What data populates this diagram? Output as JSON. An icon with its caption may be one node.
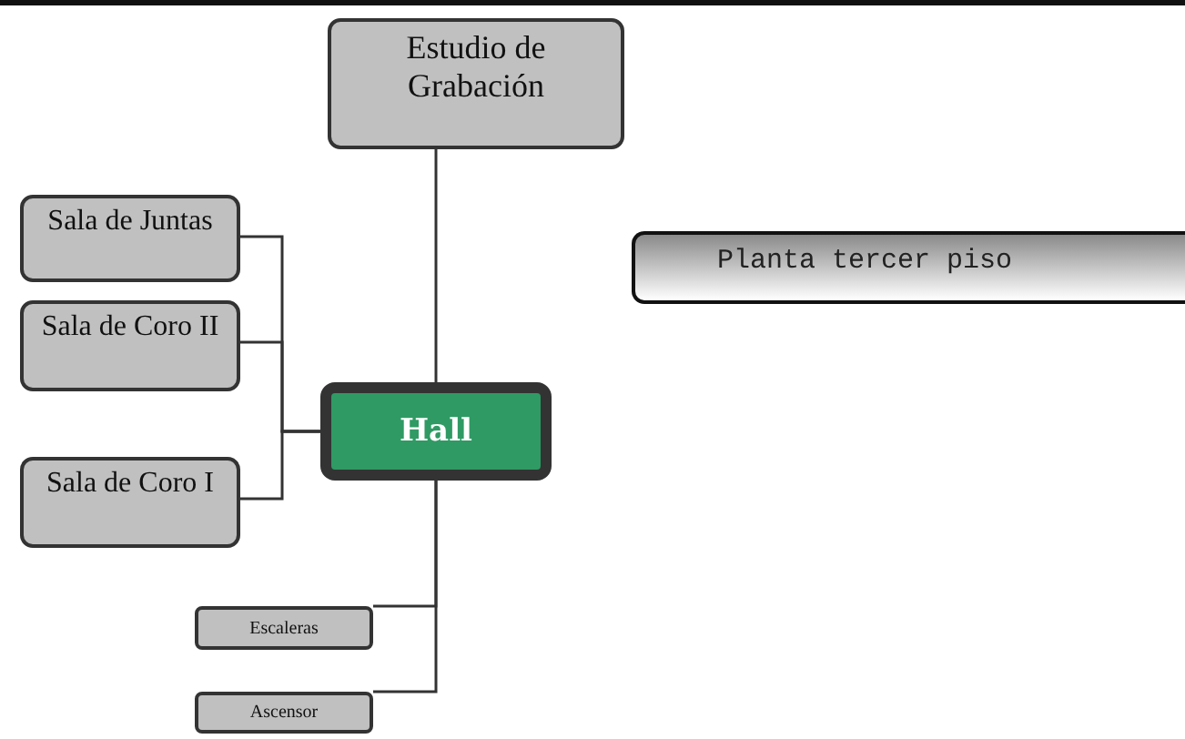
{
  "diagram": {
    "nodes": [
      {
        "text": [
          "Estudio de Grabación"
        ]
      },
      {
        "text": [
          "Sala de Juntas"
        ]
      },
      {
        "text": [
          "Sala de Coro II"
        ]
      },
      {
        "text": [
          "Hall"
        ]
      },
      {
        "text": [
          "Sala de Coro I"
        ]
      },
      {
        "text": [
          "Planta tercer piso"
        ]
      },
      {
        "text": [
          "Escaleras"
        ]
      },
      {
        "text": [
          "Ascensor"
        ]
      }
    ],
    "edges": [
      {
        "from": 0,
        "to": 3,
        "arrow": "none"
      },
      {
        "from": 1,
        "to": 3,
        "arrow": "none"
      },
      {
        "from": 2,
        "to": 3,
        "arrow": "none"
      },
      {
        "from": 4,
        "to": 3,
        "arrow": "none"
      },
      {
        "from": 3,
        "to": 6,
        "arrow": "none"
      },
      {
        "from": 3,
        "to": 7,
        "arrow": "none"
      }
    ]
  }
}
